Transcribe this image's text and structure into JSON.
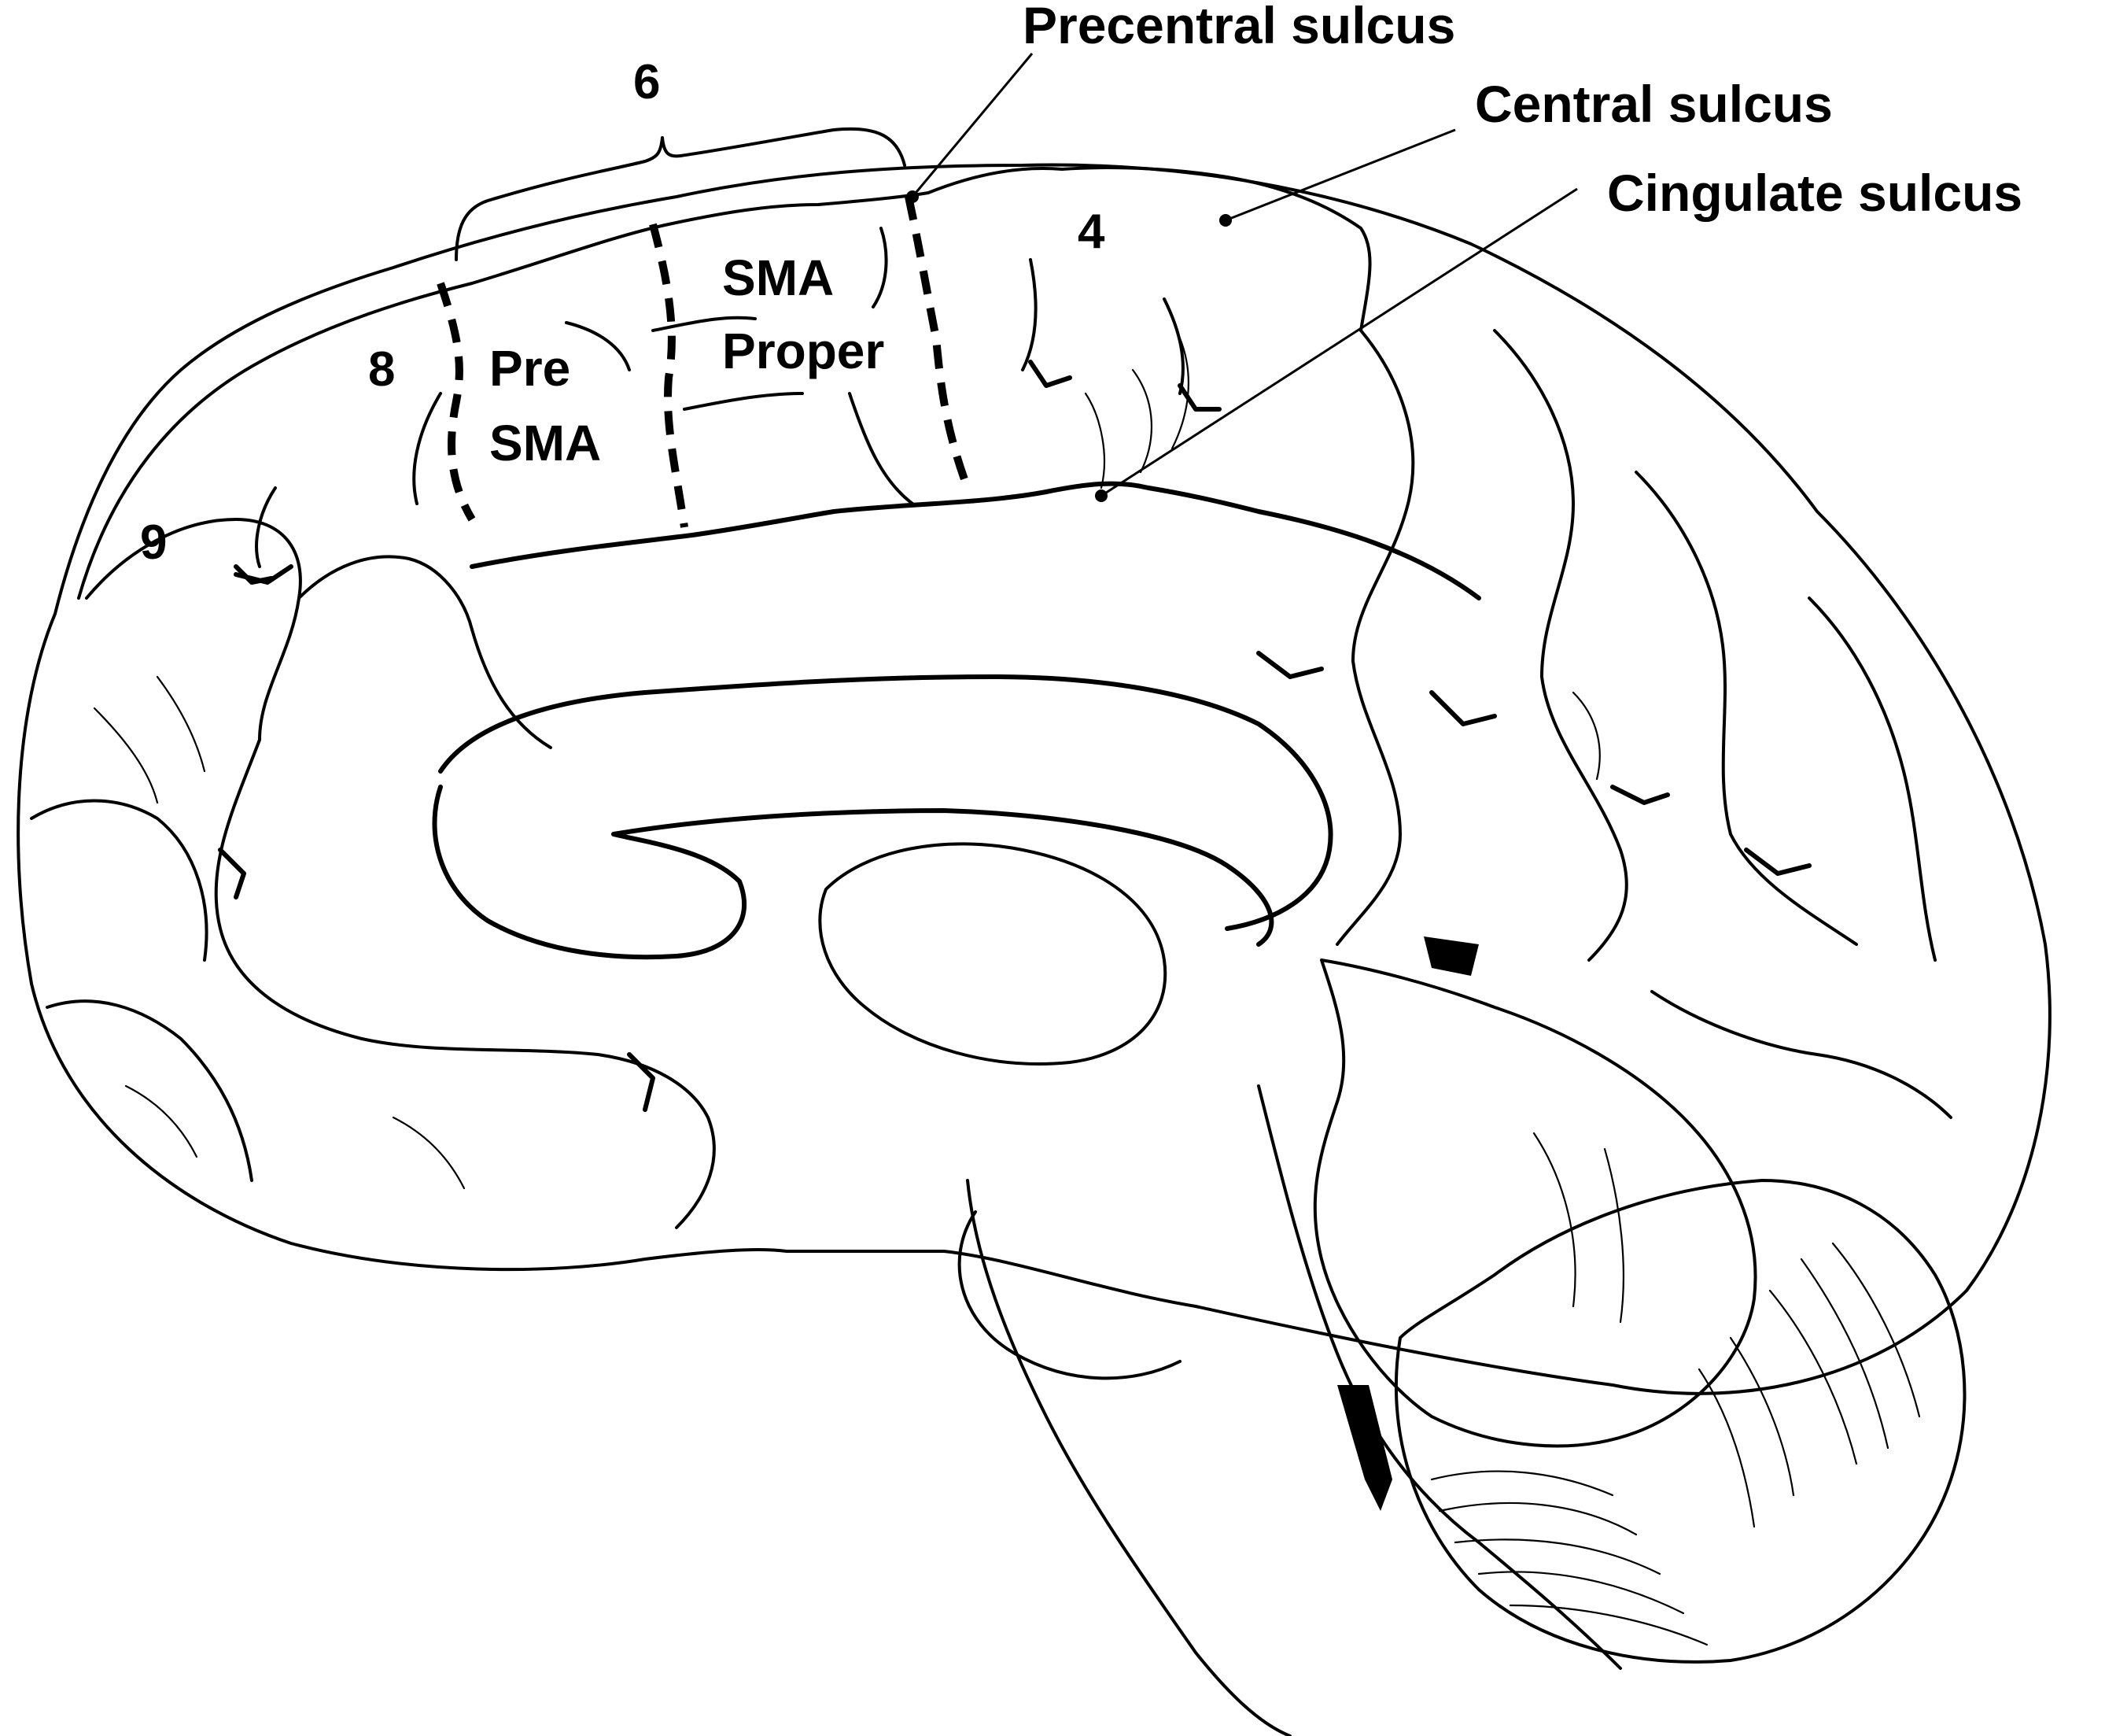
{
  "labels": {
    "precentral_sulcus": "Precentral sulcus",
    "central_sulcus": "Central sulcus",
    "cingulate_sulcus": "Cingulate sulcus",
    "area_6": "6",
    "area_4": "4",
    "area_8": "8",
    "area_9": "9",
    "pre_sma_line1": "Pre",
    "pre_sma_line2": "SMA",
    "sma_proper_line1": "SMA",
    "sma_proper_line2": "Proper"
  }
}
